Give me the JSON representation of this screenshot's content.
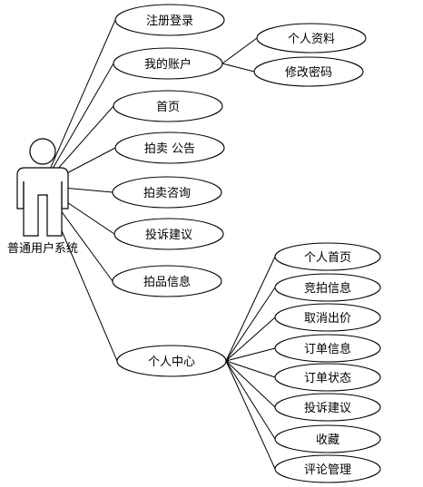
{
  "actor": {
    "label": "普通用户系统"
  },
  "use_cases": [
    {
      "id": "register",
      "label": "注册登录"
    },
    {
      "id": "account",
      "label": "我的账户"
    },
    {
      "id": "home",
      "label": "首页"
    },
    {
      "id": "auction-notice",
      "label": "拍卖 公告"
    },
    {
      "id": "auction-consult",
      "label": "拍卖咨询"
    },
    {
      "id": "complaint",
      "label": "投诉建议"
    },
    {
      "id": "item-info",
      "label": "拍品信息"
    },
    {
      "id": "personal-center",
      "label": "个人中心"
    }
  ],
  "account_children": [
    {
      "id": "profile",
      "label": "个人资料"
    },
    {
      "id": "change-password",
      "label": "修改密码"
    }
  ],
  "center_children": [
    {
      "id": "personal-home",
      "label": "个人首页"
    },
    {
      "id": "bid-info",
      "label": "竞拍信息"
    },
    {
      "id": "cancel-bid",
      "label": "取消出价"
    },
    {
      "id": "order-info",
      "label": "订单信息"
    },
    {
      "id": "order-status",
      "label": "订单状态"
    },
    {
      "id": "center-complaint",
      "label": "投诉建议"
    },
    {
      "id": "favorites",
      "label": "收藏"
    },
    {
      "id": "review-manage",
      "label": "评论管理"
    }
  ]
}
